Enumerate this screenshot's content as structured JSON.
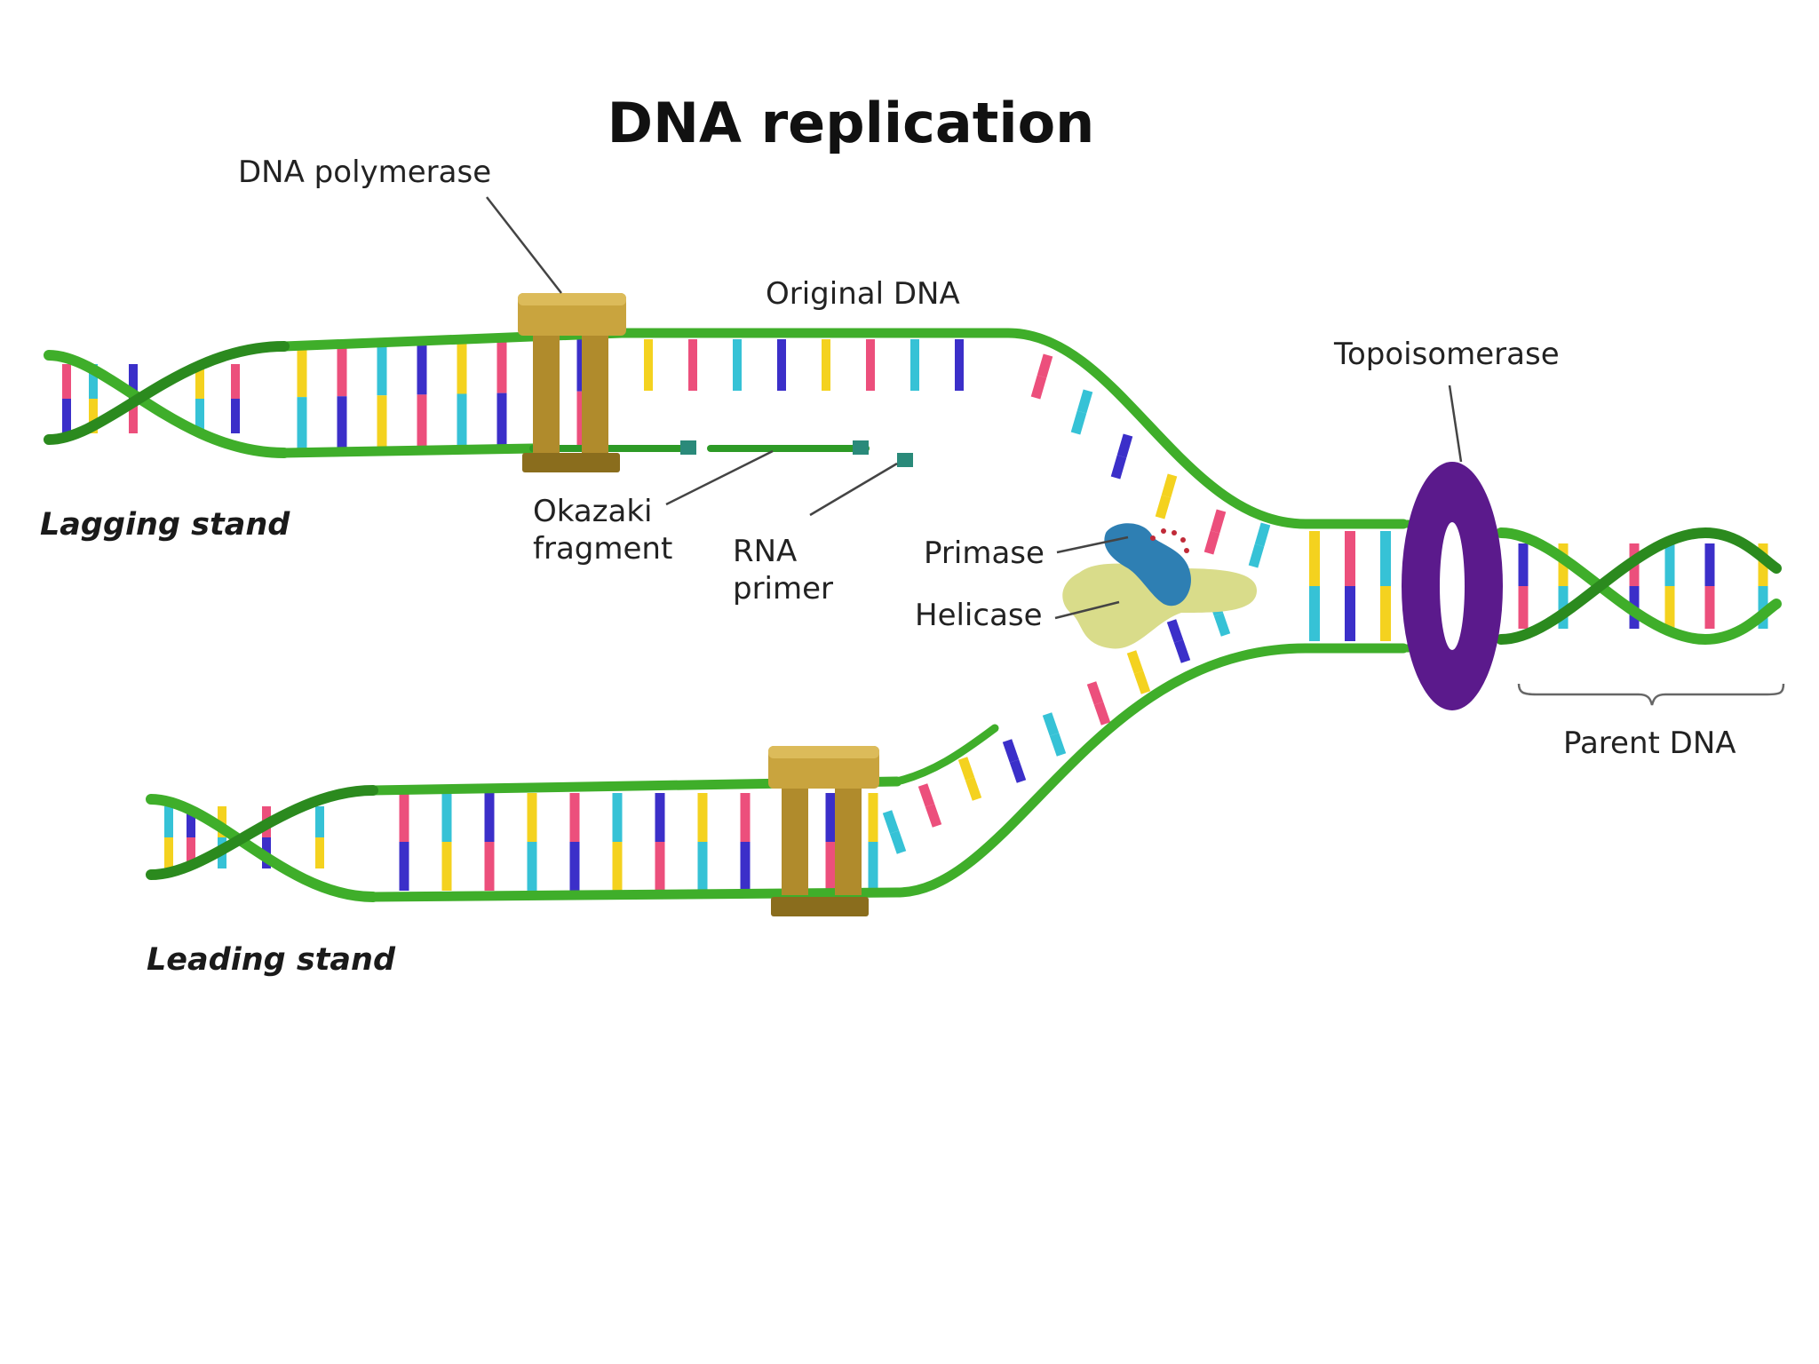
{
  "title": "DNA replication",
  "labels": {
    "dna_polymerase": "DNA polymerase",
    "original_dna": "Original DNA",
    "topoisomerase": "Topoisomerase",
    "lagging_strand": "Lagging stand",
    "okazaki_line1": "Okazaki",
    "okazaki_line2": "fragment",
    "rna_primer_line1": "RNA",
    "rna_primer_line2": "primer",
    "primase": "Primase",
    "helicase": "Helicase",
    "parent_dna": "Parent DNA",
    "leading_strand": "Leading stand"
  },
  "colors": {
    "backbone": "#3fae2a",
    "backbone_dark": "#1f7a14",
    "base_yellow": "#f4d21f",
    "base_pink": "#ec4f7c",
    "base_cyan": "#36c2d6",
    "base_blue": "#3b2fc9",
    "polymerase": "#c9a43e",
    "polymerase_dark": "#8a6d1d",
    "topoisomerase": "#5b1a8c",
    "primase": "#2e7fb3",
    "helicase": "#d9dc8a"
  }
}
